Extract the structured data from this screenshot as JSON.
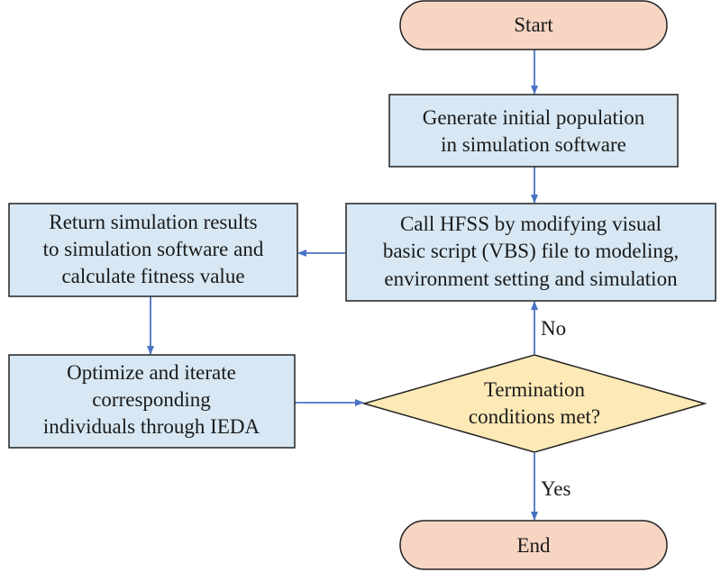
{
  "nodes": {
    "start": {
      "lines": [
        "Start"
      ]
    },
    "generate": {
      "lines": [
        "Generate initial population",
        "in simulation software"
      ]
    },
    "call_hfss": {
      "lines": [
        "Call HFSS by modifying visual",
        "basic script (VBS) file to modeling,",
        "environment setting and simulation"
      ]
    },
    "return_results": {
      "lines": [
        "Return simulation results",
        "to simulation software and",
        "calculate fitness value"
      ]
    },
    "optimize": {
      "lines": [
        "Optimize and iterate",
        "corresponding",
        "individuals through IEDA"
      ]
    },
    "termination": {
      "lines": [
        "Termination",
        "conditions met?"
      ]
    },
    "end": {
      "lines": [
        "End"
      ]
    }
  },
  "edges": {
    "no_label": "No",
    "yes_label": "Yes"
  },
  "colors": {
    "terminal_fill": "#f6d5c3",
    "process_fill": "#d7e7f3",
    "decision_fill": "#fde9b6",
    "arrow": "#4a72c4"
  }
}
